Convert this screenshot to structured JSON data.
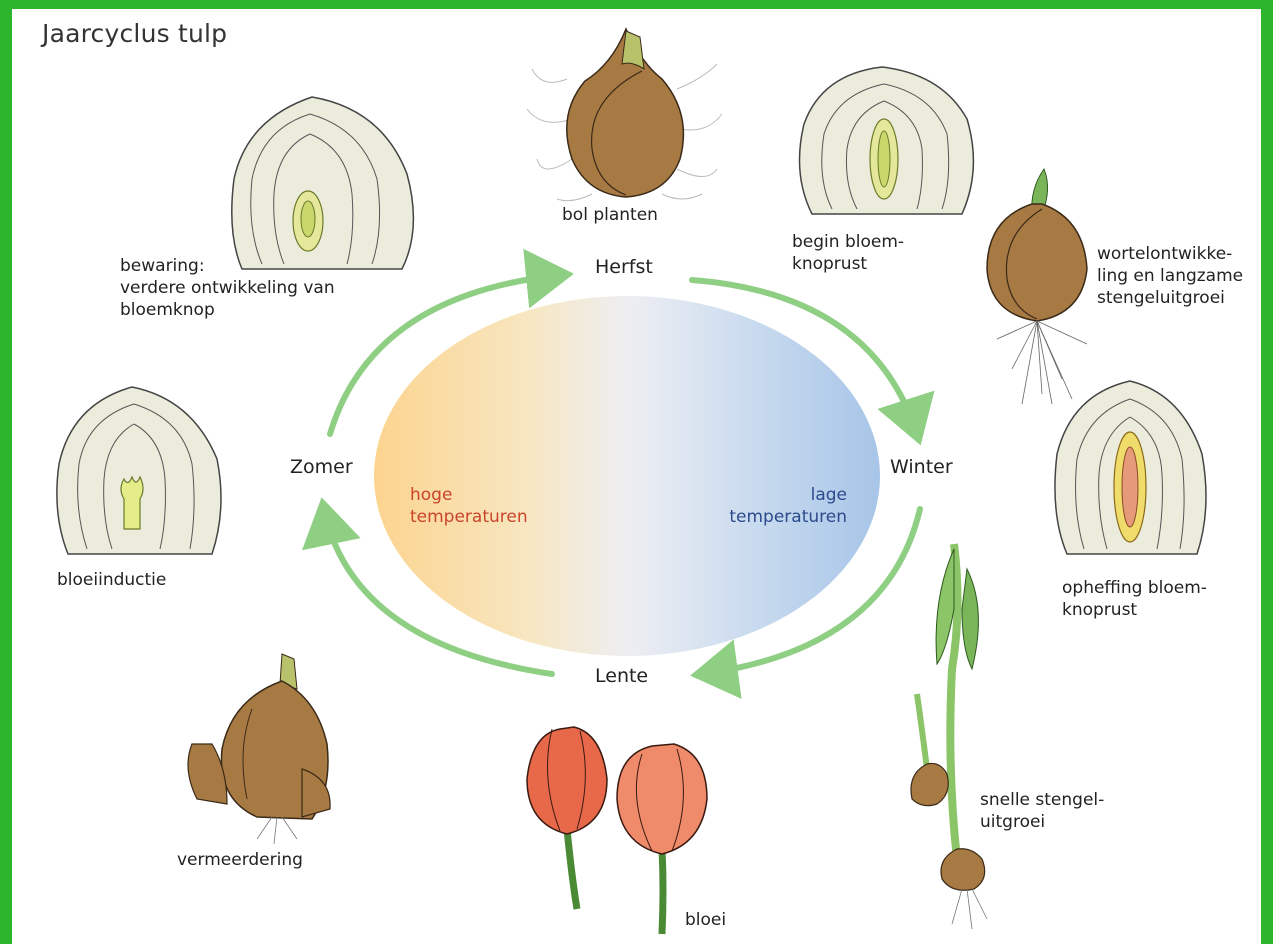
{
  "title": "Jaarcyclus tulp",
  "seasons": {
    "autumn": "Herfst",
    "winter": "Winter",
    "spring": "Lente",
    "summer": "Zomer"
  },
  "temperatures": {
    "high": "hoge\ntemperaturen",
    "low": "lage\ntemperaturen",
    "high_color": "#c8452c",
    "low_color": "#2c4a8c"
  },
  "stages": {
    "planting": "bol planten",
    "dormancy_start": "begin bloem-\nknoprust",
    "root_growth": "wortelontwikke-\nling en langzame\nstengeluitgroei",
    "dormancy_end": "opheffing bloem-\nknoprust",
    "fast_growth": "snelle stengel-\nuitgroei",
    "flowering": "bloei",
    "propagation": "vermeerdering",
    "induction": "bloeiinductie",
    "storage": "bewaring:\nverdere ontwikkeling van\nbloemknop"
  },
  "colors": {
    "border": "#2db52d",
    "arrow": "#8fcf84",
    "warm": "#fcd795",
    "cold": "#a9c7e8",
    "bulb": "#a87a43",
    "petal": "#e8694a"
  },
  "icons": [
    "bulb-icon",
    "cut-bulb-icon",
    "tulip-flower-icon",
    "sprouting-bulb-icon"
  ]
}
